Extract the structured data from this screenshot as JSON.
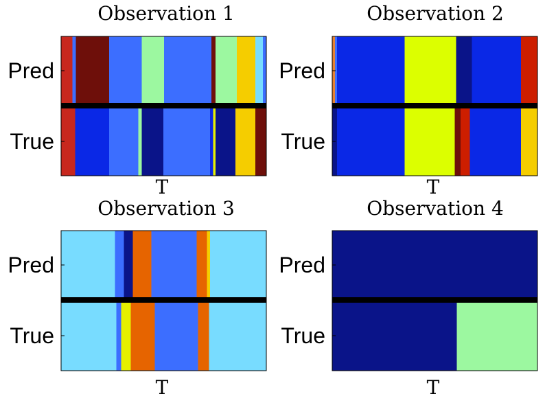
{
  "chart_data": [
    {
      "type": "heatmap",
      "title": "Observation 1",
      "xlabel": "T",
      "rows": [
        "Pred",
        "True"
      ],
      "x_domain": [
        0,
        100
      ],
      "pred_segments": [
        {
          "start": 0,
          "end": 5.5,
          "color": "#c8281e"
        },
        {
          "start": 5.5,
          "end": 7.2,
          "color": "#3c6eff"
        },
        {
          "start": 7.2,
          "end": 23.4,
          "color": "#6e0f0a"
        },
        {
          "start": 23.4,
          "end": 39.3,
          "color": "#3c6eff"
        },
        {
          "start": 39.3,
          "end": 50.2,
          "color": "#9cf8a0"
        },
        {
          "start": 50.2,
          "end": 73.3,
          "color": "#3c6eff"
        },
        {
          "start": 73.3,
          "end": 75.2,
          "color": "#6e0f0a"
        },
        {
          "start": 75.2,
          "end": 85.6,
          "color": "#9cf8a0"
        },
        {
          "start": 85.6,
          "end": 94.7,
          "color": "#f5cd00"
        },
        {
          "start": 94.7,
          "end": 98.4,
          "color": "#78dcff"
        },
        {
          "start": 98.4,
          "end": 100,
          "color": "#3c6eff"
        }
      ],
      "true_segments": [
        {
          "start": 0,
          "end": 6.8,
          "color": "#c8281e"
        },
        {
          "start": 6.8,
          "end": 23.4,
          "color": "#0a28e6"
        },
        {
          "start": 23.4,
          "end": 37.7,
          "color": "#3c6eff"
        },
        {
          "start": 37.7,
          "end": 39.3,
          "color": "#9cf8a0"
        },
        {
          "start": 39.3,
          "end": 49.8,
          "color": "#0a1489"
        },
        {
          "start": 49.8,
          "end": 72.6,
          "color": "#3c6eff"
        },
        {
          "start": 72.6,
          "end": 74.0,
          "color": "#0a28e6"
        },
        {
          "start": 74.0,
          "end": 75.3,
          "color": "#e6f000"
        },
        {
          "start": 75.3,
          "end": 84.9,
          "color": "#0a1489"
        },
        {
          "start": 84.9,
          "end": 94.7,
          "color": "#f5cd00"
        },
        {
          "start": 94.7,
          "end": 100,
          "color": "#6e0f0a"
        }
      ]
    },
    {
      "type": "heatmap",
      "title": "Observation 2",
      "xlabel": "T",
      "rows": [
        "Pred",
        "True"
      ],
      "x_domain": [
        0,
        100
      ],
      "pred_segments": [
        {
          "start": 0,
          "end": 1.3,
          "color": "#e68232"
        },
        {
          "start": 1.3,
          "end": 2.3,
          "color": "#3c6eff"
        },
        {
          "start": 2.3,
          "end": 35.2,
          "color": "#0a28e6"
        },
        {
          "start": 35.2,
          "end": 60.4,
          "color": "#dcff00"
        },
        {
          "start": 60.4,
          "end": 68.1,
          "color": "#0a1489"
        },
        {
          "start": 68.1,
          "end": 91.9,
          "color": "#0a28e6"
        },
        {
          "start": 91.9,
          "end": 100,
          "color": "#cd1e00"
        }
      ],
      "true_segments": [
        {
          "start": 0,
          "end": 2.3,
          "color": "#0a1489"
        },
        {
          "start": 2.3,
          "end": 35.2,
          "color": "#0a28e6"
        },
        {
          "start": 35.2,
          "end": 59.7,
          "color": "#dcff00"
        },
        {
          "start": 59.7,
          "end": 62.6,
          "color": "#6e0f0a"
        },
        {
          "start": 62.6,
          "end": 67.1,
          "color": "#cd1e00"
        },
        {
          "start": 67.1,
          "end": 91.9,
          "color": "#0a28e6"
        },
        {
          "start": 91.9,
          "end": 100,
          "color": "#f5cd00"
        }
      ]
    },
    {
      "type": "heatmap",
      "title": "Observation 3",
      "xlabel": "T",
      "rows": [
        "Pred",
        "True"
      ],
      "x_domain": [
        0,
        100
      ],
      "pred_segments": [
        {
          "start": 0,
          "end": 26.3,
          "color": "#78dcff"
        },
        {
          "start": 26.3,
          "end": 30.6,
          "color": "#3c6eff"
        },
        {
          "start": 30.6,
          "end": 34.9,
          "color": "#0a1489"
        },
        {
          "start": 34.9,
          "end": 43.9,
          "color": "#e66400"
        },
        {
          "start": 43.9,
          "end": 66.1,
          "color": "#3c6eff"
        },
        {
          "start": 66.1,
          "end": 71.1,
          "color": "#e66400"
        },
        {
          "start": 71.1,
          "end": 72.5,
          "color": "#f5cd00"
        },
        {
          "start": 72.5,
          "end": 100,
          "color": "#78dcff"
        }
      ],
      "true_segments": [
        {
          "start": 0,
          "end": 26.9,
          "color": "#78dcff"
        },
        {
          "start": 26.9,
          "end": 29.2,
          "color": "#3c6eff"
        },
        {
          "start": 29.2,
          "end": 30.2,
          "color": "#e6f000"
        },
        {
          "start": 30.2,
          "end": 33.9,
          "color": "#e6f000"
        },
        {
          "start": 33.9,
          "end": 45.6,
          "color": "#e66400"
        },
        {
          "start": 45.6,
          "end": 66.8,
          "color": "#3c6eff"
        },
        {
          "start": 66.8,
          "end": 72.1,
          "color": "#e66400"
        },
        {
          "start": 72.1,
          "end": 100,
          "color": "#78dcff"
        }
      ]
    },
    {
      "type": "heatmap",
      "title": "Observation 4",
      "xlabel": "T",
      "rows": [
        "Pred",
        "True"
      ],
      "x_domain": [
        0,
        100
      ],
      "pred_segments": [
        {
          "start": 0,
          "end": 100,
          "color": "#0a1489"
        }
      ],
      "true_segments": [
        {
          "start": 0,
          "end": 60.7,
          "color": "#0a1489"
        },
        {
          "start": 60.7,
          "end": 100,
          "color": "#9cf8a0"
        }
      ]
    }
  ]
}
